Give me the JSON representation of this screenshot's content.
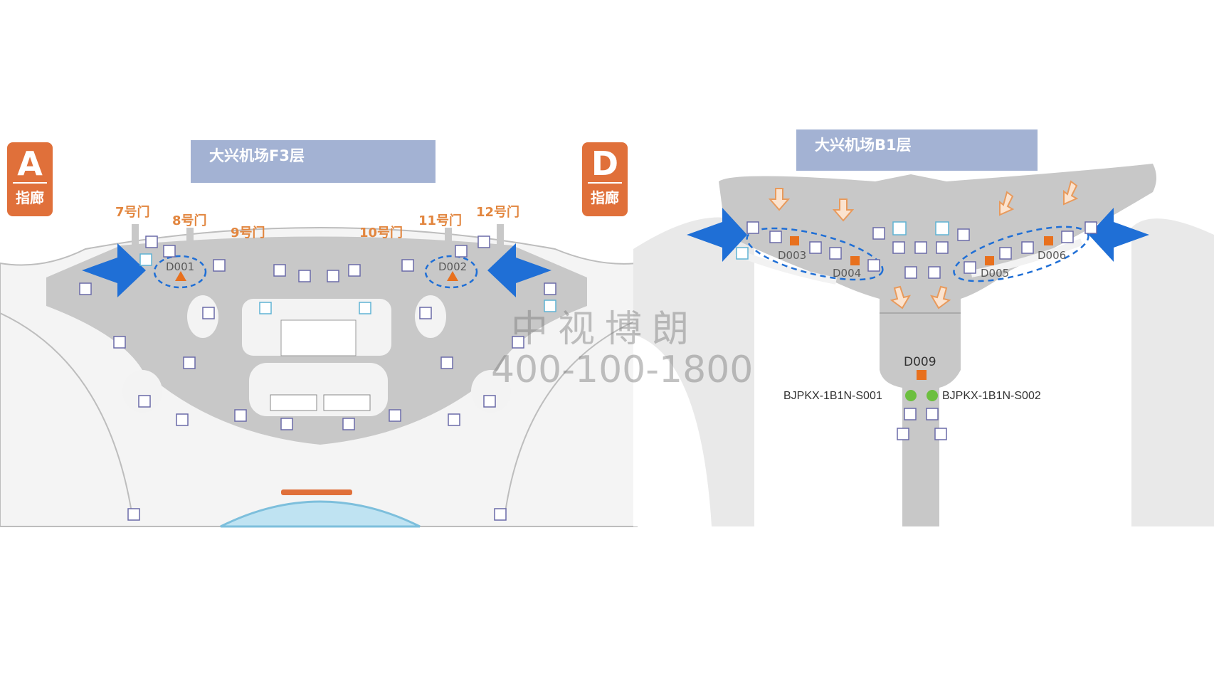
{
  "left_map": {
    "title": "大兴机场F3层",
    "pier_left": {
      "letter": "A",
      "label": "指廊"
    },
    "pier_right": {
      "letter": "D",
      "label": "指廊"
    },
    "gates": [
      "7号门",
      "8号门",
      "9号门",
      "10号门",
      "11号门",
      "12号门"
    ],
    "ad_points": [
      "D001",
      "D002"
    ]
  },
  "right_map": {
    "title": "大兴机场B1层",
    "ad_points": [
      "D003",
      "D004",
      "D005",
      "D006",
      "D009"
    ],
    "stations": [
      "BJPKX-1B1N-S001",
      "BJPKX-1B1N-S002"
    ]
  },
  "watermark": {
    "name": "中视博朗",
    "phone": "400-100-1800"
  },
  "colors": {
    "floor": "#c8c8c8",
    "accent_orange": "#e0703a",
    "title_bg": "#a3b2d3",
    "arrow_blue": "#1f6fd6",
    "marker_green": "#6cbf3f",
    "marker_orange": "#e8701d"
  }
}
